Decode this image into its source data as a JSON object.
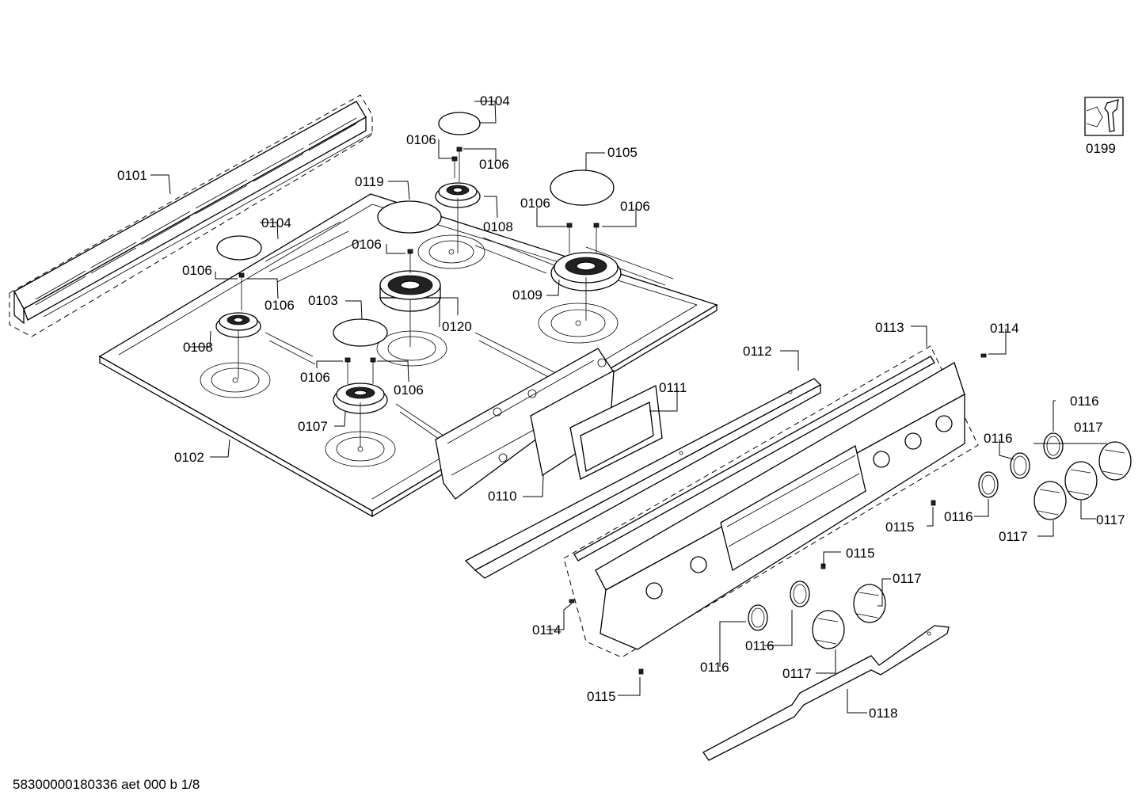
{
  "footer_text": "58300000180336 aet 000 b 1/8",
  "callouts": [
    {
      "id": "c0101",
      "label": "0101"
    },
    {
      "id": "c0102",
      "label": "0102"
    },
    {
      "id": "c0103",
      "label": "0103"
    },
    {
      "id": "c0104a",
      "label": "0104"
    },
    {
      "id": "c0104b",
      "label": "0104"
    },
    {
      "id": "c0105",
      "label": "0105"
    },
    {
      "id": "c0106a",
      "label": "0106"
    },
    {
      "id": "c0106b",
      "label": "0106"
    },
    {
      "id": "c0106c",
      "label": "0106"
    },
    {
      "id": "c0106d",
      "label": "0106"
    },
    {
      "id": "c0106e",
      "label": "0106"
    },
    {
      "id": "c0106f",
      "label": "0106"
    },
    {
      "id": "c0106g",
      "label": "0106"
    },
    {
      "id": "c0106h",
      "label": "0106"
    },
    {
      "id": "c0106i",
      "label": "0106"
    },
    {
      "id": "c0107",
      "label": "0107"
    },
    {
      "id": "c0108a",
      "label": "0108"
    },
    {
      "id": "c0108b",
      "label": "0108"
    },
    {
      "id": "c0109",
      "label": "0109"
    },
    {
      "id": "c0110",
      "label": "0110"
    },
    {
      "id": "c0111",
      "label": "0111"
    },
    {
      "id": "c0112",
      "label": "0112"
    },
    {
      "id": "c0113",
      "label": "0113"
    },
    {
      "id": "c0114a",
      "label": "0114"
    },
    {
      "id": "c0114b",
      "label": "0114"
    },
    {
      "id": "c0115a",
      "label": "0115"
    },
    {
      "id": "c0115b",
      "label": "0115"
    },
    {
      "id": "c0115c",
      "label": "0115"
    },
    {
      "id": "c0116a",
      "label": "0116"
    },
    {
      "id": "c0116b",
      "label": "0116"
    },
    {
      "id": "c0116c",
      "label": "0116"
    },
    {
      "id": "c0116d",
      "label": "0116"
    },
    {
      "id": "c0116e",
      "label": "0116"
    },
    {
      "id": "c0117a",
      "label": "0117"
    },
    {
      "id": "c0117b",
      "label": "0117"
    },
    {
      "id": "c0117c",
      "label": "0117"
    },
    {
      "id": "c0117d",
      "label": "0117"
    },
    {
      "id": "c0117e",
      "label": "0117"
    },
    {
      "id": "c0118",
      "label": "0118"
    },
    {
      "id": "c0119",
      "label": "0119"
    },
    {
      "id": "c0120",
      "label": "0120"
    },
    {
      "id": "c0199",
      "label": "0199"
    }
  ],
  "icons": {
    "tool_icon": "wrench-hex-icon"
  }
}
